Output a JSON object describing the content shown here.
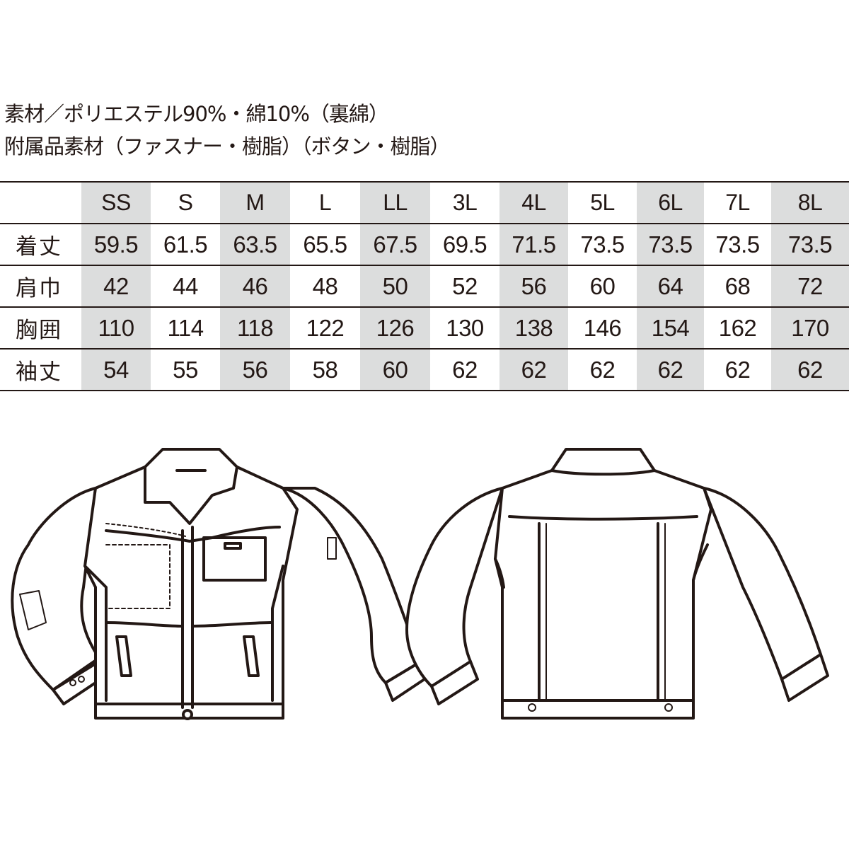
{
  "material": {
    "line1": "素材／ポリエステル90%・綿10%（裏綿）",
    "line2": "附属品素材（ファスナー・樹脂）（ボタン・樹脂）"
  },
  "size_table": {
    "sizes": [
      "SS",
      "S",
      "M",
      "L",
      "LL",
      "3L",
      "4L",
      "5L",
      "6L",
      "7L",
      "8L"
    ],
    "rows": [
      {
        "label": "着丈",
        "values": [
          "59.5",
          "61.5",
          "63.5",
          "65.5",
          "67.5",
          "69.5",
          "71.5",
          "73.5",
          "73.5",
          "73.5",
          "73.5"
        ]
      },
      {
        "label": "肩巾",
        "values": [
          "42",
          "44",
          "46",
          "48",
          "50",
          "52",
          "56",
          "60",
          "64",
          "68",
          "72"
        ]
      },
      {
        "label": "胸囲",
        "values": [
          "110",
          "114",
          "118",
          "122",
          "126",
          "130",
          "138",
          "146",
          "154",
          "162",
          "170"
        ]
      },
      {
        "label": "袖丈",
        "values": [
          "54",
          "55",
          "56",
          "58",
          "60",
          "62",
          "62",
          "62",
          "62",
          "62",
          "62"
        ]
      }
    ],
    "shade_color": "#dcdddd"
  },
  "illustrations": {
    "front": "jacket-front",
    "back": "jacket-back"
  }
}
